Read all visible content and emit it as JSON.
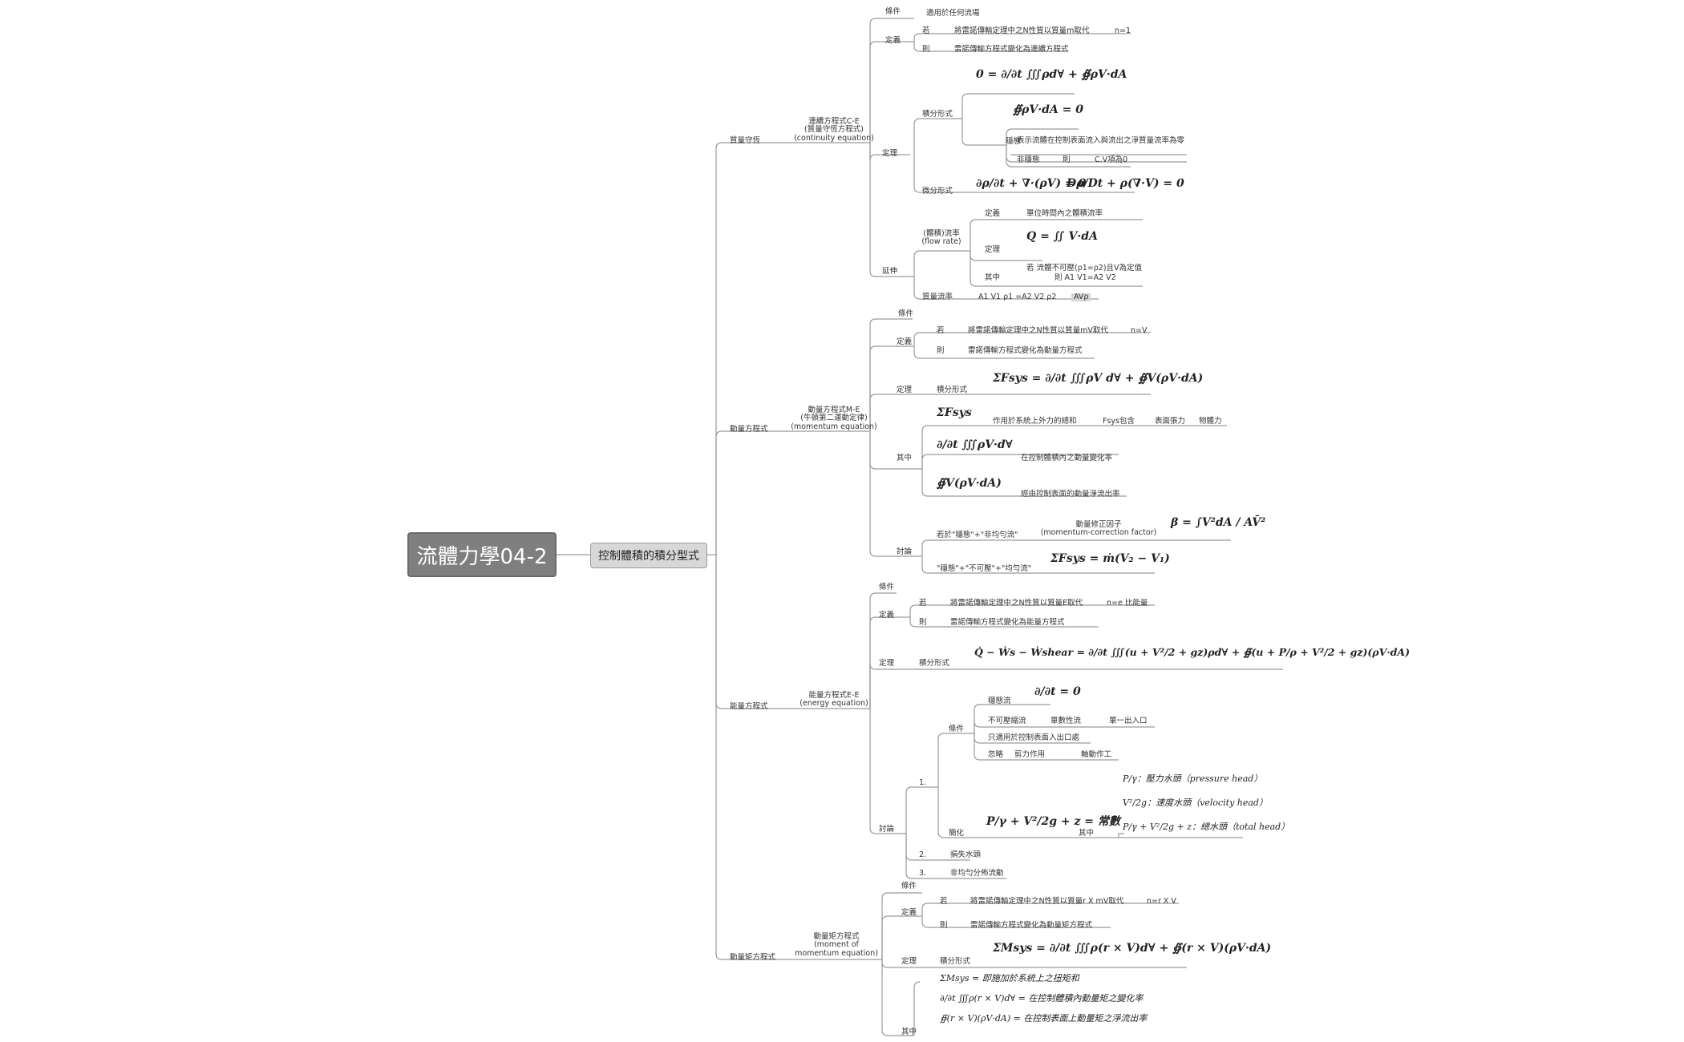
{
  "root": "流體力學04-2",
  "sub": "控制體積的積分型式",
  "mass": {
    "title": "質量守恆",
    "eq_name": [
      "連續方程式C-E",
      "(質量守恆方程式)",
      "(continuity equation)"
    ],
    "condition": "條件",
    "condition_value": "適用於任何流場",
    "definition": "定義",
    "if": "若",
    "if_text": "將雷諾傳輸定理中之N性質以質量m取代",
    "n_eq": "n=1",
    "then": "則",
    "then_text": "雷諾傳輸方程式變化為連續方程式",
    "theorem": "定理",
    "integral": "積分形式",
    "eq_integral": "0 = ∂/∂t ∭ρd∀ + ∯ρV·dA",
    "eq_steady": "∯ρV·dA = 0",
    "steady": "穩態",
    "steady_text": "表示流體在控制表面流入與流出之淨質量流率為零",
    "not_steady": "非穩態",
    "then2": "則",
    "cv_zero": "C.V項為0",
    "differential": "微分形式",
    "eq_diff1": "∂ρ/∂t + ∇·(ρV) = 0",
    "eq_diff2": "Dρ/Dt + ρ(∇·V) = 0",
    "derive": "延伸",
    "flow_rate": [
      "(體積)流率",
      "(flow rate)"
    ],
    "def2": "定義",
    "def2_text": "單位時間內之體積流率",
    "theorem2": "定理",
    "eq_Q": "Q = ∬ V·dA",
    "where": "其中",
    "where_text1": "若 流體不可壓(ρ1=ρ2)且V為定值",
    "where_text2": "則 A1 V1=A2 V2",
    "mass_flow": "質量流率",
    "mass_flow_text": "A1 V1 ρ1 =A2 V2 ρ2",
    "av_rho": "AVρ"
  },
  "momentum": {
    "title": "動量方程式",
    "eq_name": [
      "動量方程式M-E",
      "(牛頓第二運動定律)",
      "(momentum equation)"
    ],
    "condition": "條件",
    "definition": "定義",
    "if": "若",
    "if_text": "將雷諾傳輸定理中之N性質以質量mV取代",
    "n_eq": "n=V",
    "then": "則",
    "then_text": "雷諾傳輸方程式變化為動量方程式",
    "theorem": "定理",
    "integral": "積分形式",
    "eq_integral": "ΣFsys = ∂/∂t ∭ρV d∀ + ∯V(ρV·dA)",
    "where": "其中",
    "eq_F": "ΣFsys",
    "F_text": "作用於系統上外力的總和",
    "fsys": "Fsys包含",
    "surface": "表面張力",
    "body": "物體力",
    "eq_cv": "∂/∂t ∭ρV·d∀",
    "cv_text": "在控制體積內之動量變化率",
    "eq_cs": "∯V(ρV·dA)",
    "cs_text": "經由控制表面的動量淨流出率",
    "discuss": "討論",
    "steady_uniform": "若於\"穩態\"+\"非均勻流\"",
    "correction": [
      "動量修正因子",
      "(momentum-correction factor)"
    ],
    "eq_beta": "β = ∫V²dA / AV̄²",
    "steady_incomp": "\"穩態\"+\"不可壓\"+\"均勻流\"",
    "eq_result": "ΣFsys = ṁ(V₂ − V₁)"
  },
  "energy": {
    "title": "能量方程式",
    "eq_name": [
      "能量方程式E-E",
      "(energy equation)"
    ],
    "condition": "條件",
    "definition": "定義",
    "if": "若",
    "if_text": "將雷諾傳輸定理中之N性質以質量E取代",
    "n_eq": "n=e 比能量",
    "then": "則",
    "then_text": "雷諾傳輸方程式變化為能量方程式",
    "theorem": "定理",
    "integral": "積分形式",
    "eq_integral": "Q̇ − Ẇs − Ẇshear = ∂/∂t ∭(u + V²/2 + gz)ρd∀ + ∯(u + P/ρ + V²/2 + gz)(ρV·dA)",
    "discuss": "討論",
    "one": "1.",
    "cond": "條件",
    "steady": "穩態流",
    "eq_steady": "∂/∂t = 0",
    "incomp": "不可壓縮流",
    "single": "單數性流",
    "single_io": "單一出入口",
    "only_cs": "只適用於控制表面入出口處",
    "no_friction": "忽略",
    "shear": "剪力作用",
    "shaft": "軸動作工",
    "simplify": "簡化",
    "eq_bern": "P/γ + V²/2g + z = 常數",
    "where": "其中",
    "pressure_head": "P/γ：壓力水頭（pressure head）",
    "velocity_head": "V²/2g：速度水頭（velocity head）",
    "total_head": "P/γ + V²/2g + z：總水頭（total head）",
    "two": "2.",
    "two_text": "損失水頭",
    "three": "3.",
    "three_text": "非均勻分佈流動"
  },
  "angular": {
    "title": "動量矩方程式",
    "eq_name": [
      "動量矩方程式",
      "(moment of",
      "momentum equation)"
    ],
    "condition": "條件",
    "definition": "定義",
    "if": "若",
    "if_text": "將雷諾傳輸定理中之N性質以質量r X mV取代",
    "n_eq": "n=r X V",
    "then": "則",
    "then_text": "雷諾傳輸方程式變化為動量矩方程式",
    "theorem": "定理",
    "integral": "積分形式",
    "eq_integral": "ΣMsys = ∂/∂t ∭ρ(r × V)d∀ + ∯(r × V)(ρV·dA)",
    "where": "其中",
    "w1": "ΣMsys = 即施加於系統上之扭矩和",
    "w2": "∂/∂t ∭ρ(r × V)d∀ = 在控制體積內動量矩之變化率",
    "w3": "∯(r × V)(ρV·dA) = 在控制表面上動量矩之淨流出率"
  }
}
